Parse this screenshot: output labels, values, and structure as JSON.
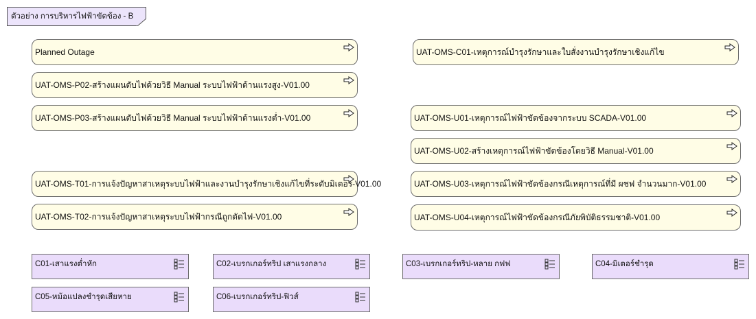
{
  "frame": {
    "title": "ตัวอย่าง การบริหารไฟฟ้าขัดข้อง - B"
  },
  "processes": [
    {
      "label": "Planned Outage",
      "icon": "process-link-arrow-icon"
    },
    {
      "label": "UAT-OMS-C01-เหตุการณ์บำรุงรักษาและใบสั่งงานบำรุงรักษาเชิงแก้ไข",
      "icon": "process-link-arrow-icon"
    },
    {
      "label": "UAT-OMS-P02-สร้างแผนดับไฟด้วยวิธี Manual ระบบไฟฟ้าด้านแรงสูง-V01.00",
      "icon": "process-link-arrow-icon"
    },
    {
      "label": "UAT-OMS-P03-สร้างแผนดับไฟด้วยวิธี Manual ระบบไฟฟ้าด้านแรงต่ำ-V01.00",
      "icon": "process-link-arrow-icon"
    },
    {
      "label": "UAT-OMS-U01-เหตุการณ์ไฟฟ้าขัดข้องจากระบบ SCADA-V01.00",
      "icon": "process-link-arrow-icon"
    },
    {
      "label": "UAT-OMS-U02-สร้างเหตุการณ์ไฟฟ้าขัดข้องโดยวิธี Manual-V01.00",
      "icon": "process-link-arrow-icon"
    },
    {
      "label": "UAT-OMS-T01-การแจ้งปัญหาสาเหตุระบบไฟฟ้าและงานบำรุงรักษาเชิงแก้ไขที่ระดับมิเตอร์-V01.00",
      "icon": "process-link-arrow-icon"
    },
    {
      "label": "UAT-OMS-U03-เหตุการณ์ไฟฟ้าขัดข้องกรณีเหตุการณ์ที่มี ผชฟ จำนวนมาก-V01.00",
      "icon": "process-link-arrow-icon"
    },
    {
      "label": "UAT-OMS-T02-การแจ้งปัญหาสาเหตุระบบไฟฟ้ากรณีถูกตัดไฟ-V01.00",
      "icon": "process-link-arrow-icon"
    },
    {
      "label": "UAT-OMS-U04-เหตุการณ์ไฟฟ้าขัดข้องกรณีภัยพิบัติธรรมชาติ-V01.00",
      "icon": "process-link-arrow-icon"
    }
  ],
  "functions": [
    {
      "label": "C01-เสาแรงต่ำหัก",
      "icon": "function-list-icon"
    },
    {
      "label": "C02-เบรกเกอร์ทริป เสาแรงกลาง",
      "icon": "function-list-icon"
    },
    {
      "label": "C03-เบรกเกอร์ทริป-หลาย กฟฟ",
      "icon": "function-list-icon"
    },
    {
      "label": "C04-มิเตอร์ชำรุด",
      "icon": "function-list-icon"
    },
    {
      "label": "C05-หม้อแปลงชำรุดเสียหาย",
      "icon": "function-list-icon"
    },
    {
      "label": "C06-เบรกเกอร์ทริป-ฟิวส์",
      "icon": "function-list-icon"
    }
  ]
}
